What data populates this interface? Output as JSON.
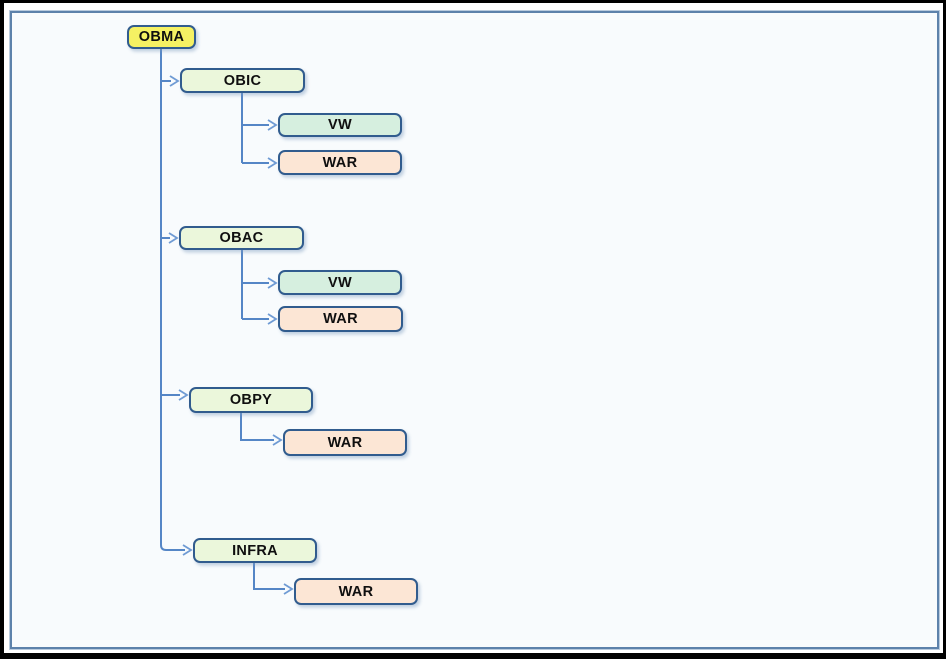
{
  "diagram": {
    "type": "tree",
    "root_label": "OBMA",
    "nodes": [
      {
        "id": "obma",
        "label": "OBMA",
        "parent": null,
        "fill": "#f5f163"
      },
      {
        "id": "obic",
        "label": "OBIC",
        "parent": "obma",
        "fill": "#ebf7db"
      },
      {
        "id": "obic-vw",
        "label": "VW",
        "parent": "obic",
        "fill": "#d6efdf"
      },
      {
        "id": "obic-war",
        "label": "WAR",
        "parent": "obic",
        "fill": "#fce6d5"
      },
      {
        "id": "obac",
        "label": "OBAC",
        "parent": "obma",
        "fill": "#ebf7db"
      },
      {
        "id": "obac-vw",
        "label": "VW",
        "parent": "obac",
        "fill": "#d6efdf"
      },
      {
        "id": "obac-war",
        "label": "WAR",
        "parent": "obac",
        "fill": "#fce6d5"
      },
      {
        "id": "obpy",
        "label": "OBPY",
        "parent": "obma",
        "fill": "#ebf7db"
      },
      {
        "id": "obpy-war",
        "label": "WAR",
        "parent": "obpy",
        "fill": "#fce6d5"
      },
      {
        "id": "infra",
        "label": "INFRA",
        "parent": "obma",
        "fill": "#ebf7db"
      },
      {
        "id": "infra-war",
        "label": "WAR",
        "parent": "infra",
        "fill": "#fce6d5"
      }
    ],
    "edges": [
      {
        "from": "obma",
        "to": "obic"
      },
      {
        "from": "obma",
        "to": "obac"
      },
      {
        "from": "obma",
        "to": "obpy"
      },
      {
        "from": "obma",
        "to": "infra"
      },
      {
        "from": "obic",
        "to": "obic-vw"
      },
      {
        "from": "obic",
        "to": "obic-war"
      },
      {
        "from": "obac",
        "to": "obac-vw"
      },
      {
        "from": "obac",
        "to": "obac-war"
      },
      {
        "from": "obpy",
        "to": "obpy-war"
      },
      {
        "from": "infra",
        "to": "infra-war"
      }
    ],
    "colors": {
      "connector": "#5586c6",
      "arrowhead": "#6f9bd4",
      "node_border": "#315c8e",
      "frame_border": "#5d82ab",
      "outer_border": "#000000",
      "canvas_background": "#f8fbfd",
      "root_fill": "#f5f163",
      "branch_fill": "#ebf7db",
      "vw_fill": "#d6efdf",
      "war_fill": "#fce6d5",
      "text": "#0f0f0f"
    }
  }
}
